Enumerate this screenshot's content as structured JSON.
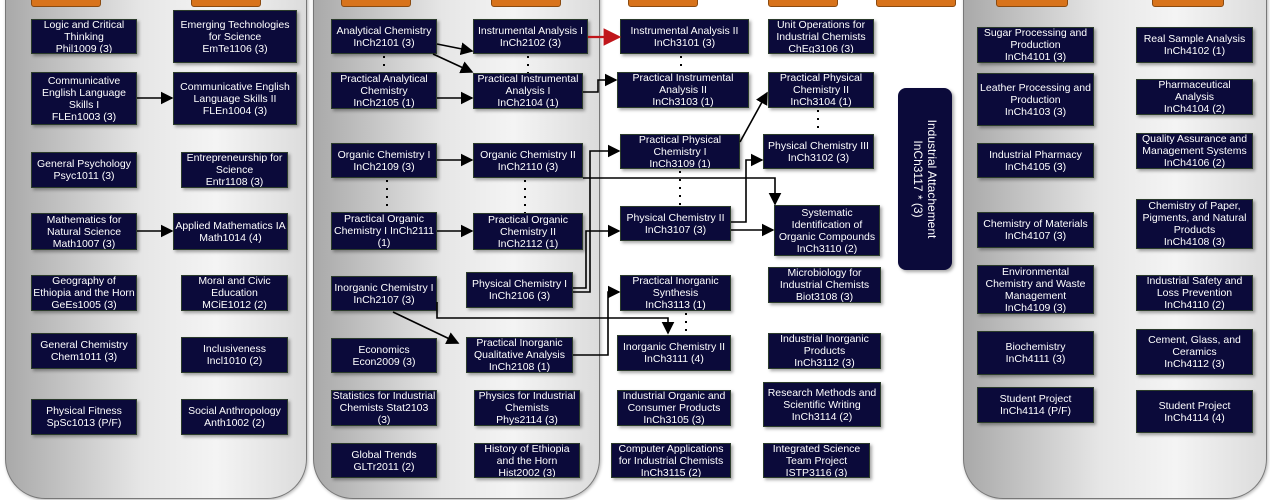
{
  "colors": {
    "box": "#0b0a3a",
    "header_tab": "#d8731b",
    "highlight_arrow": "#c0161b",
    "arrow": "#000000"
  },
  "year1": {
    "courses": [
      {
        "lines": [
          "Logic and Critical",
          "Thinking",
          "Phil1009 (3)"
        ]
      },
      {
        "lines": [
          "Communicative",
          "English Language",
          "Skills I",
          "FLEn1003 (3)"
        ]
      },
      {
        "lines": [
          "General Psychology",
          "Psyc1011 (3)"
        ]
      },
      {
        "lines": [
          "Mathematics for",
          "Natural Science",
          "Math1007 (3)"
        ]
      },
      {
        "lines": [
          "Geography of",
          "Ethiopia and the Horn",
          "GeEs1005 (3)"
        ]
      },
      {
        "lines": [
          "General Chemistry",
          "Chem1011 (3)"
        ]
      },
      {
        "lines": [
          "Physical Fitness",
          "SpSc1013 (P/F)"
        ]
      },
      {
        "lines": [
          "Emerging Technologies",
          "for Science",
          "EmTe1106 (3)"
        ]
      },
      {
        "lines": [
          "Communicative English",
          "Language Skills II",
          "FLEn1004 (3)"
        ]
      },
      {
        "lines": [
          "Entrepreneurship for",
          "Science",
          "Entr1108 (3)"
        ]
      },
      {
        "lines": [
          "Applied Mathematics IA",
          "Math1014 (4)"
        ]
      },
      {
        "lines": [
          "Moral and Civic",
          "Education",
          "MCiE1012 (2)"
        ]
      },
      {
        "lines": [
          "Inclusiveness",
          "Incl1010 (2)"
        ]
      },
      {
        "lines": [
          "Social Anthropology",
          "Anth1002 (2)"
        ]
      }
    ]
  },
  "year2": {
    "courses": [
      {
        "lines": [
          "Analytical Chemistry",
          "InCh2101 (3)"
        ]
      },
      {
        "lines": [
          "Practical Analytical",
          "Chemistry",
          "InCh2105 (1)"
        ]
      },
      {
        "lines": [
          "Organic Chemistry I",
          "InCh2109 (3)"
        ]
      },
      {
        "lines": [
          "Practical Organic",
          "Chemistry I InCh2111",
          "(1)"
        ]
      },
      {
        "lines": [
          "Inorganic Chemistry I",
          "InCh2107 (3)"
        ]
      },
      {
        "lines": [
          "Economics",
          "Econ2009 (3)"
        ]
      },
      {
        "lines": [
          "Statistics for Industrial",
          "Chemists Stat2103",
          "(3)"
        ]
      },
      {
        "lines": [
          "Global Trends",
          "GLTr2011 (2)"
        ]
      },
      {
        "lines": [
          "Instrumental Analysis I",
          "InCh2102 (3)"
        ]
      },
      {
        "lines": [
          "Practical Instrumental",
          "Analysis I",
          "InCh2104 (1)"
        ]
      },
      {
        "lines": [
          "Organic Chemistry II",
          "InCh2110 (3)"
        ]
      },
      {
        "lines": [
          "Practical Organic",
          "Chemistry II",
          "InCh2112 (1)"
        ]
      },
      {
        "lines": [
          "Physical Chemistry I",
          "InCh2106 (3)"
        ]
      },
      {
        "lines": [
          "Practical Inorganic",
          "Qualitative Analysis",
          "InCh2108 (1)"
        ]
      },
      {
        "lines": [
          "Physics for Industrial",
          "Chemists",
          "Phys2114 (3)"
        ]
      },
      {
        "lines": [
          "History of Ethiopia",
          "and the Horn",
          "Hist2002 (3)"
        ]
      }
    ]
  },
  "year3": {
    "courses": [
      {
        "lines": [
          "Instrumental Analysis  II",
          "InCh3101 (3)"
        ]
      },
      {
        "lines": [
          "Practical Instrumental",
          "Analysis II",
          "InCh3103 (1)"
        ]
      },
      {
        "lines": [
          "Practical Physical",
          "Chemistry I",
          "InCh3109 (1)"
        ]
      },
      {
        "lines": [
          "Physical Chemistry II",
          "InCh3107 (3)"
        ]
      },
      {
        "lines": [
          "Practical Inorganic",
          "Synthesis",
          "InCh3113 (1)"
        ]
      },
      {
        "lines": [
          "Inorganic Chemistry II",
          "InCh3111 (4)"
        ]
      },
      {
        "lines": [
          "Industrial Organic and",
          "Consumer Products",
          "InCh3105 (3)"
        ]
      },
      {
        "lines": [
          "Computer Applications",
          "for Industrial Chemists",
          "InCh3115 (2)"
        ]
      },
      {
        "lines": [
          "Unit Operations for",
          "Industrial Chemists",
          "ChEg3106 (3)"
        ]
      },
      {
        "lines": [
          "Practical Physical",
          "Chemistry II",
          "InCh3104 (1)"
        ]
      },
      {
        "lines": [
          "Physical Chemistry III",
          "InCh3102 (3)"
        ]
      },
      {
        "lines": [
          "Systematic",
          "Identification of",
          "Organic Compounds",
          "InCh3110 (2)"
        ]
      },
      {
        "lines": [
          "Microbiology for",
          "Industrial Chemists",
          "Biot3108 (3)"
        ]
      },
      {
        "lines": [
          "Industrial Inorganic",
          "Products",
          "InCh3112 (3)"
        ]
      },
      {
        "lines": [
          "Research Methods and",
          "Scientific Writing",
          "InCh3114 (2)"
        ]
      },
      {
        "lines": [
          "Integrated Science",
          "Team Project",
          "ISTP3116 (3)"
        ]
      }
    ],
    "attachment": {
      "title": "Industrial  Attachement",
      "code": "InCh3117 *  (3)"
    }
  },
  "year4": {
    "courses": [
      {
        "lines": [
          "Sugar Processing and",
          "Production",
          "InCh4101 (3)"
        ]
      },
      {
        "lines": [
          "Leather Processing and",
          "Production",
          "InCh4103 (3)"
        ]
      },
      {
        "lines": [
          "Industrial Pharmacy",
          "InCh4105 (3)"
        ]
      },
      {
        "lines": [
          "Chemistry of Materials",
          "InCh4107 (3)"
        ]
      },
      {
        "lines": [
          "Environmental",
          "Chemistry and Waste",
          "Management",
          "InCh4109 (3)"
        ]
      },
      {
        "lines": [
          "Biochemistry",
          "InCh4111 (3)"
        ]
      },
      {
        "lines": [
          "Student Project",
          "InCh4114 (P/F)"
        ]
      },
      {
        "lines": [
          "Real Sample Analysis",
          "InCh4102 (1)"
        ]
      },
      {
        "lines": [
          "Pharmaceutical",
          "Analysis",
          "InCh4104 (2)"
        ]
      },
      {
        "lines": [
          "Quality Assurance and",
          "Management Systems",
          "InCh4106 (2)"
        ]
      },
      {
        "lines": [
          "Chemistry of Paper,",
          "Pigments, and Natural",
          "Products",
          "InCh4108 (3)"
        ]
      },
      {
        "lines": [
          "Industrial Safety and",
          "Loss Prevention",
          "InCh4110 (2)"
        ]
      },
      {
        "lines": [
          "Cement, Glass, and",
          "Ceramics",
          "InCh4112 (3)"
        ]
      },
      {
        "lines": [
          "Student Project",
          "InCh4114 (4)"
        ]
      }
    ]
  }
}
